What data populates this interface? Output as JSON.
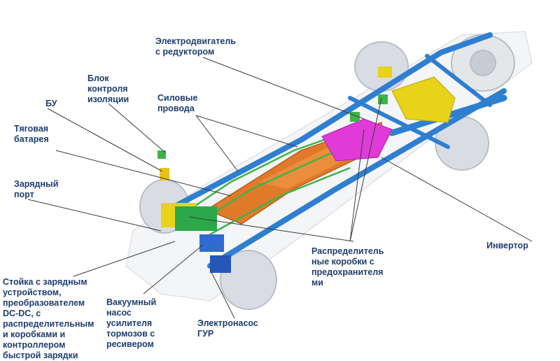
{
  "labels": {
    "motor": "Электродвигатель\nс редуктором",
    "isolation": "Блок\nконтроля\nизоляции",
    "power_wires": "Силовые\nпровода",
    "bu": "БУ",
    "battery": "Тяговая\nбатарея",
    "charging_port": "Зарядный\nпорт",
    "fuse_boxes": "Распределитель\nные коробки с\nпредохранителя\nми",
    "inverter": "Инвертор",
    "rack": "Стойка с зарядным\nустройством,\nпреобразователем\nDC-DC,  с\nраспределительным\nи коробками и\nконтроллером\nбыстрой зарядки",
    "vacuum_pump": "Вакуумный\nнасос\nусилителя\nтормозов с\nресивером",
    "steering_pump": "Электронасос\nГУР"
  },
  "colors": {
    "label_text": "#1f3d6e",
    "frame": "#2f7fd0",
    "battery": "#e07a2a",
    "wires": "#3fb34a",
    "inverter_boxes": "#e03ad8",
    "suspension": "#e8d21a",
    "wheels": "#d9dde3",
    "body_outline": "#c9cdd4"
  }
}
